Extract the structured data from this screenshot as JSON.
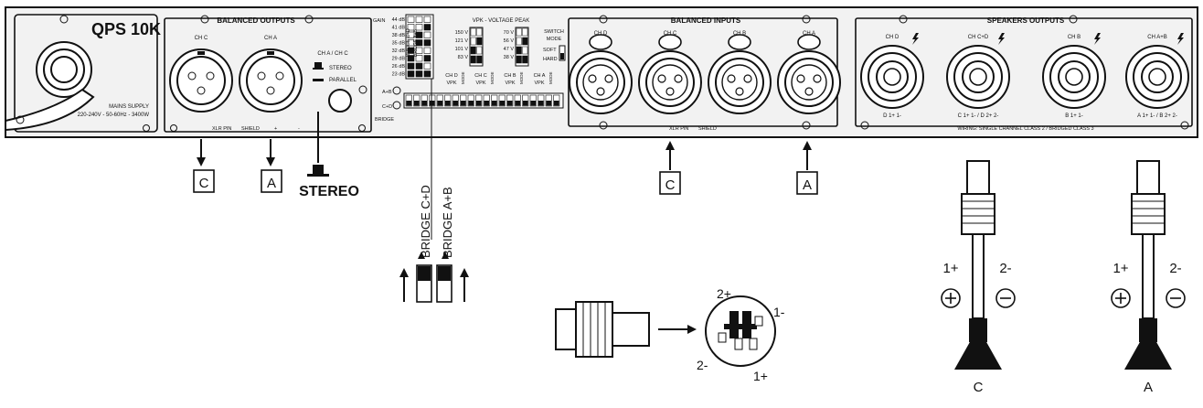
{
  "model": "QPS 10K",
  "mains": [
    "MAINS SUPPLY",
    "220-240V - 50-60Hz - 3400W"
  ],
  "balanced_outputs": {
    "title": "BALANCED OUTPUTS",
    "ch_c": "CH C",
    "ch_a": "CH A",
    "mode_title": "CH A / CH C",
    "stereo": "STEREO",
    "parallel": "PARALLEL",
    "pinout": "XLR PIN",
    "pinout_shield": "SHIELD",
    "pinout_rest": "+",
    "pinout_rest2": "-"
  },
  "gain": {
    "label": "GAIN",
    "values": [
      "44 dB",
      "41 dB",
      "38 dB",
      "35 dB",
      "32 dB",
      "29 dB",
      "26 dB",
      "23 dB"
    ],
    "bridge_labels": [
      "BRIDGE C+D",
      "BRIDGE A+B"
    ],
    "ab": "A+B",
    "cd": "C+D",
    "bridge": "BRIDGE"
  },
  "vpk": {
    "title": "VPK - VOLTAGE PEAK",
    "left": [
      "150 V",
      "121 V",
      "101 V",
      "83 V"
    ],
    "right": [
      "70 V",
      "56 V",
      "47 V",
      "38 V"
    ],
    "switch": [
      "SWITCH",
      "MODE"
    ],
    "soft": "SOFT",
    "hard": "HARD",
    "channels": [
      "CH D",
      "CH C",
      "CH B",
      "CH A"
    ],
    "vpk": "VPK",
    "mode": "MODE"
  },
  "balanced_inputs": {
    "title": "BALANCED INPUTS",
    "channels": [
      "CH D",
      "CH C",
      "CH B",
      "CH A"
    ],
    "pinout": "XLR PIN",
    "pinout_shield": "SHIELD"
  },
  "speakers": {
    "title": "SPEAKERS OUTPUTS",
    "channels": [
      "CH D",
      "CH C+D",
      "CH B",
      "CH A+B"
    ],
    "wiring_labels": [
      "D 1+ 1-",
      "C 1+ 1- / D 2+ 2-",
      "B 1+ 1-",
      "A 1+ 1- / B 2+ 2-"
    ],
    "wiring_note": "WIRING: SINGLE CHANNEL CLASS 2 / BRIDGED CLASS 3"
  },
  "callouts": {
    "out_c": "C",
    "out_a": "A",
    "stereo": "STEREO",
    "bridge_cd": "BRIDGE C+D",
    "bridge_ab": "BRIDGE A+B",
    "in_c": "C",
    "in_a": "A"
  },
  "speakon": {
    "p2plus": "2+",
    "p1minus": "1-",
    "p2minus": "2-",
    "p1plus": "1+"
  },
  "speakers_bottom": [
    {
      "label": "C",
      "plus": "1+",
      "minus": "2-"
    },
    {
      "label": "A",
      "plus": "1+",
      "minus": "2-"
    }
  ]
}
